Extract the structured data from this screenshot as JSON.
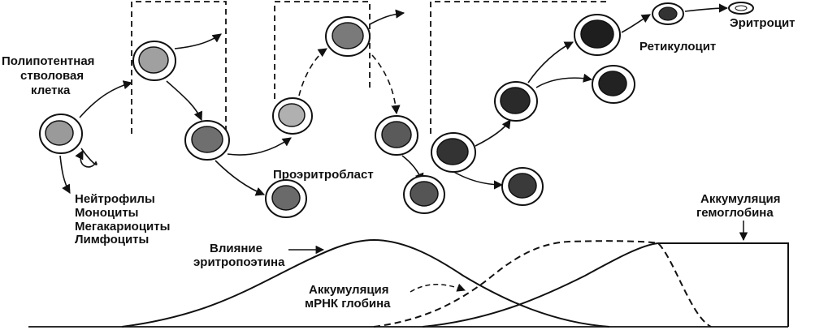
{
  "labels": {
    "stem_cell_line1": "Полипотентная",
    "stem_cell_line2": "стволовая",
    "stem_cell_line3": "клетка",
    "lineage_1": "Нейтрофилы",
    "lineage_2": "Моноциты",
    "lineage_3": "Мегакариоциты",
    "lineage_4": "Лимфоциты",
    "proerythroblast": "Проэритробласт",
    "reticulocyte": "Ретикулоцит",
    "erythrocyte": "Эритроцит",
    "epo_line1": "Влияние",
    "epo_line2": "эритропоэтина",
    "mrna_line1": "Аккумуляция",
    "mrna_line2": "мРНК глобина",
    "hb_line1": "Аккумуляция",
    "hb_line2": "гемоглобина"
  },
  "colors": {
    "ink": "#111111",
    "cell_fill": "#ffffff",
    "nucleus_light": "#9a9a9a",
    "nucleus_dark": "#1e1e1e"
  }
}
